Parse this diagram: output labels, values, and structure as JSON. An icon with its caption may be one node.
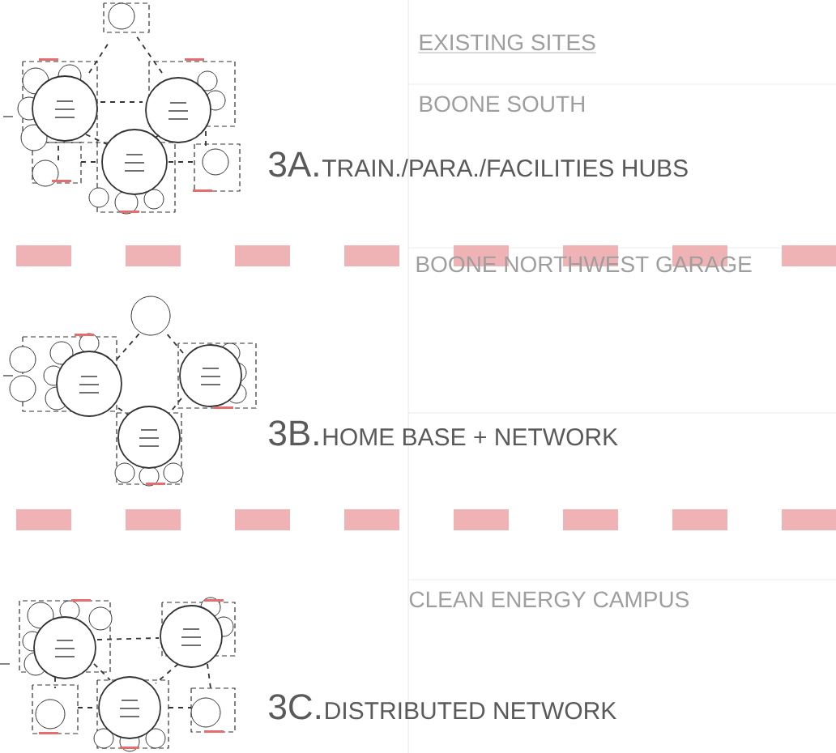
{
  "diagram": {
    "labels": [
      "EXISTING SITES",
      "BOONE SOUTH",
      "3A.",
      "TRAIN./PARA./FACILITIES HUBS",
      "BOONE NORTHWEST GARAGE",
      "3B.",
      "HOME BASE + NETWORK",
      "CLEAN ENERGY CAMPUS",
      "3C.",
      "DISTRIBUTED NETWORK"
    ]
  }
}
